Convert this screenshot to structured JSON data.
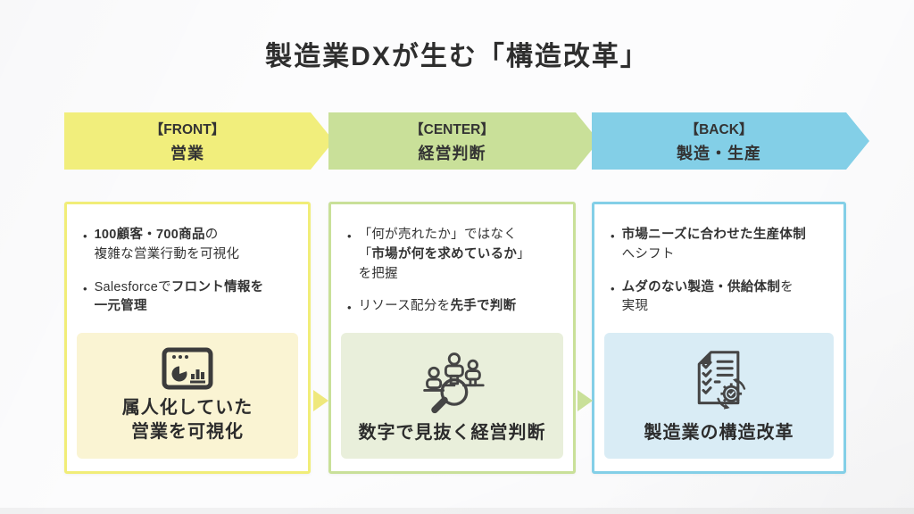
{
  "title": "製造業DXが生む「構造改革」",
  "colors": {
    "accent_yellow": "#f1ee7c",
    "accent_green": "#c9e099",
    "accent_blue": "#83cfe7",
    "panel_yellow": "#faf4d3",
    "panel_green": "#e9efdb",
    "panel_blue": "#d9ecf5",
    "text_dark": "#333333"
  },
  "columns": [
    {
      "id": "front",
      "tag": "【FRONT】",
      "name": "営業",
      "icon": "dashboard-chart-icon",
      "bullets": [
        {
          "segments": [
            {
              "t": "100顧客・700商品",
              "b": true
            },
            {
              "t": "の\n複雑な営業行動を可視化",
              "b": false
            }
          ]
        },
        {
          "segments": [
            {
              "t": "Salesforceで",
              "b": false
            },
            {
              "t": "フロント情報を\n一元管理",
              "b": true
            }
          ]
        }
      ],
      "caption": "属人化していた\n営業を可視化"
    },
    {
      "id": "center",
      "tag": "【CENTER】",
      "name": "経営判断",
      "icon": "team-analysis-magnifier-icon",
      "bullets": [
        {
          "segments": [
            {
              "t": "「何が売れたか」ではなく\n「",
              "b": false
            },
            {
              "t": "市場が何を求めているか",
              "b": true
            },
            {
              "t": "」\nを把握",
              "b": false
            }
          ]
        },
        {
          "segments": [
            {
              "t": "リソース配分を",
              "b": false
            },
            {
              "t": "先手で判断",
              "b": true
            }
          ]
        }
      ],
      "caption": "数字で見抜く経営判断"
    },
    {
      "id": "back",
      "tag": "【BACK】",
      "name": "製造・生産",
      "icon": "checklist-gear-icon",
      "bullets": [
        {
          "segments": [
            {
              "t": "市場ニーズに合わせた生産体制",
              "b": true
            },
            {
              "t": "\nへシフト",
              "b": false
            }
          ]
        },
        {
          "segments": [
            {
              "t": "ムダのない製造・供給体制",
              "b": true
            },
            {
              "t": "を\n実現",
              "b": false
            }
          ]
        }
      ],
      "caption": "製造業の構造改革"
    }
  ],
  "connectors": [
    {
      "from": "front",
      "to": "center",
      "color": "#efe87c"
    },
    {
      "from": "center",
      "to": "back",
      "color": "#c9e099"
    }
  ]
}
